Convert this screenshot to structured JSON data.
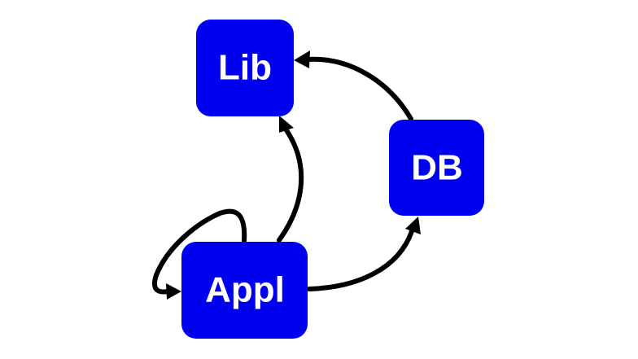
{
  "diagram": {
    "type": "directed-graph",
    "node_color": "#0000f0",
    "label_color": "#ffffff",
    "edge_color": "#000000",
    "nodes": [
      {
        "id": "lib",
        "label": "Lib"
      },
      {
        "id": "db",
        "label": "DB"
      },
      {
        "id": "appl",
        "label": "Appl"
      }
    ],
    "edges": [
      {
        "from": "appl",
        "to": "lib"
      },
      {
        "from": "appl",
        "to": "db"
      },
      {
        "from": "db",
        "to": "lib"
      },
      {
        "from": "appl",
        "to": "appl"
      }
    ]
  }
}
